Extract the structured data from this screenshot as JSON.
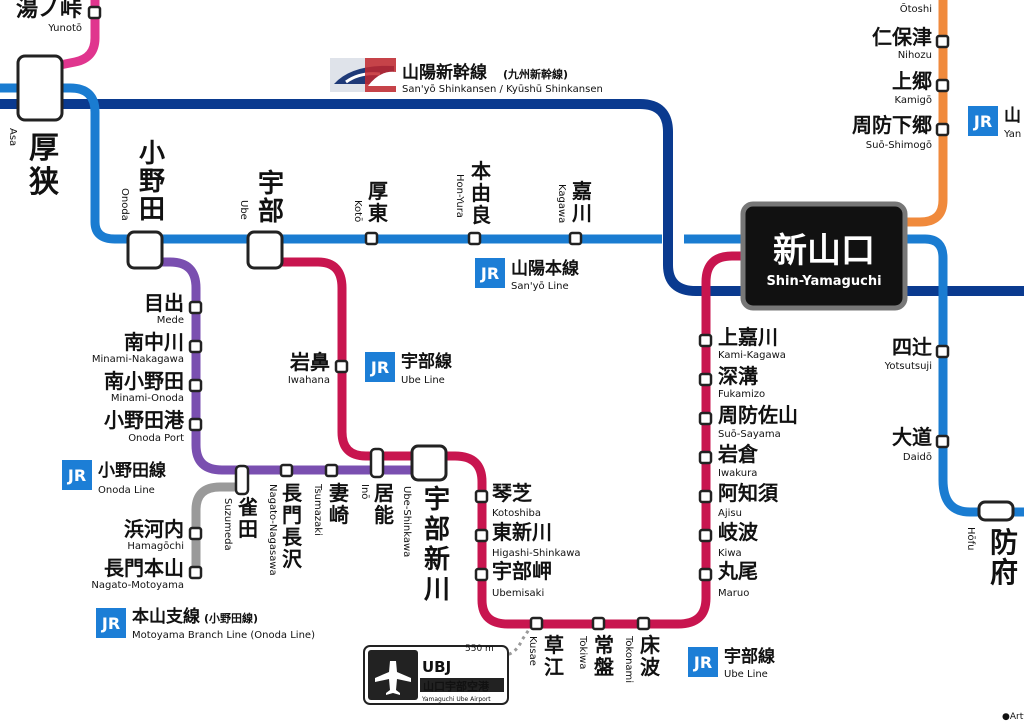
{
  "lines": {
    "sanyo_shinkansen": {
      "color": "#0a3a8f",
      "name_jp": "山陽新幹線",
      "name_sub_jp": "(九州新幹線)",
      "name_en": "San'yō Shinkansen / Kyūshū Shinkansen"
    },
    "sanyo_main": {
      "color": "#1a7cd1",
      "name_jp": "山陽本線",
      "name_en": "San'yō Line"
    },
    "ube_line": {
      "color": "#c8154f",
      "name_jp": "宇部線",
      "name_en": "Ube Line"
    },
    "onoda_line": {
      "color": "#7a4fb0",
      "name_jp": "小野田線",
      "name_en": "Onoda Line"
    },
    "motoyama_branch": {
      "color": "#9a9a9a",
      "name_jp": "本山支線",
      "name_sub_jp": "(小野田線)",
      "name_en": "Motoyama Branch Line (Onoda Line)"
    },
    "yamaguchi_line": {
      "color": "#f08a3c"
    },
    "yunotoge_line": {
      "color": "#e0358e"
    }
  },
  "jr_badge": "JR",
  "partial_badge_text": "山",
  "partial_badge_en": "Yan",
  "hub": {
    "jp": "新山口",
    "en": "Shin-Yamaguchi"
  },
  "stations": {
    "yunoto": {
      "jp": "湯ノ峠",
      "en": "Yunotō"
    },
    "asa": {
      "jp": "厚狭",
      "en": "Asa"
    },
    "onoda": {
      "jp": "小野田",
      "en": "Onoda"
    },
    "ube": {
      "jp": "宇部",
      "en": "Ube"
    },
    "koto": {
      "jp": "厚東",
      "en": "Kotō"
    },
    "honyura": {
      "jp": "本由良",
      "en": "Hon-Yura"
    },
    "kagawa": {
      "jp": "嘉川",
      "en": "Kagawa"
    },
    "mede": {
      "jp": "目出",
      "en": "Mede"
    },
    "minaminakagawa": {
      "jp": "南中川",
      "en": "Minami-Nakagawa"
    },
    "minamionoda": {
      "jp": "南小野田",
      "en": "Minami-Onoda"
    },
    "onodako": {
      "jp": "小野田港",
      "en": "Onoda Port"
    },
    "hamagochi": {
      "jp": "浜河内",
      "en": "Hamagōchi"
    },
    "nagatomotoyama": {
      "jp": "長門本山",
      "en": "Nagato-Motoyama"
    },
    "suzumeda": {
      "jp": "雀田",
      "en": "Suzumeda"
    },
    "nagatonagasawa": {
      "jp": "長門長沢",
      "en": "Nagato-Nagasawa"
    },
    "tsumazaki": {
      "jp": "妻崎",
      "en": "Tsumazaki"
    },
    "ino": {
      "jp": "居能",
      "en": "Inō"
    },
    "ubeshinkawa": {
      "jp": "宇部新川",
      "en": "Ube-Shinkawa"
    },
    "iwahana": {
      "jp": "岩鼻",
      "en": "Iwahana"
    },
    "kotoshiba": {
      "jp": "琴芝",
      "en": "Kotoshiba"
    },
    "higashishinkawa": {
      "jp": "東新川",
      "en": "Higashi-Shinkawa"
    },
    "ubemisaki": {
      "jp": "宇部岬",
      "en": "Ubemisaki"
    },
    "kusae": {
      "jp": "草江",
      "en": "Kusae"
    },
    "tokiwa": {
      "jp": "常盤",
      "en": "Tokiwa"
    },
    "tokonami": {
      "jp": "床波",
      "en": "Tokonami"
    },
    "maruo": {
      "jp": "丸尾",
      "en": "Maruo"
    },
    "kiwa": {
      "jp": "岐波",
      "en": "Kiwa"
    },
    "ajisu": {
      "jp": "阿知須",
      "en": "Ajisu"
    },
    "iwakura": {
      "jp": "岩倉",
      "en": "Iwakura"
    },
    "suosayama": {
      "jp": "周防佐山",
      "en": "Suō-Sayama"
    },
    "fukamizo": {
      "jp": "深溝",
      "en": "Fukamizo"
    },
    "kamikagawa": {
      "jp": "上嘉川",
      "en": "Kami-Kagawa"
    },
    "otoshi": {
      "jp": "",
      "en": "Ōtoshi"
    },
    "nihozu": {
      "jp": "仁保津",
      "en": "Nihozu"
    },
    "kamigo": {
      "jp": "上郷",
      "en": "Kamigō"
    },
    "suoshimogo": {
      "jp": "周防下郷",
      "en": "Suō-Shimogō"
    },
    "yotsutsuji": {
      "jp": "四辻",
      "en": "Yotsutsuji"
    },
    "daido": {
      "jp": "大道",
      "en": "Daidō"
    },
    "hofu": {
      "jp": "防府",
      "en": "Hōfu"
    }
  },
  "airport": {
    "code": "UBJ",
    "jp": "山口宇部空港",
    "en": "Yamaguchi Ube Airport",
    "distance": "550 m"
  },
  "credit": "●Artw"
}
